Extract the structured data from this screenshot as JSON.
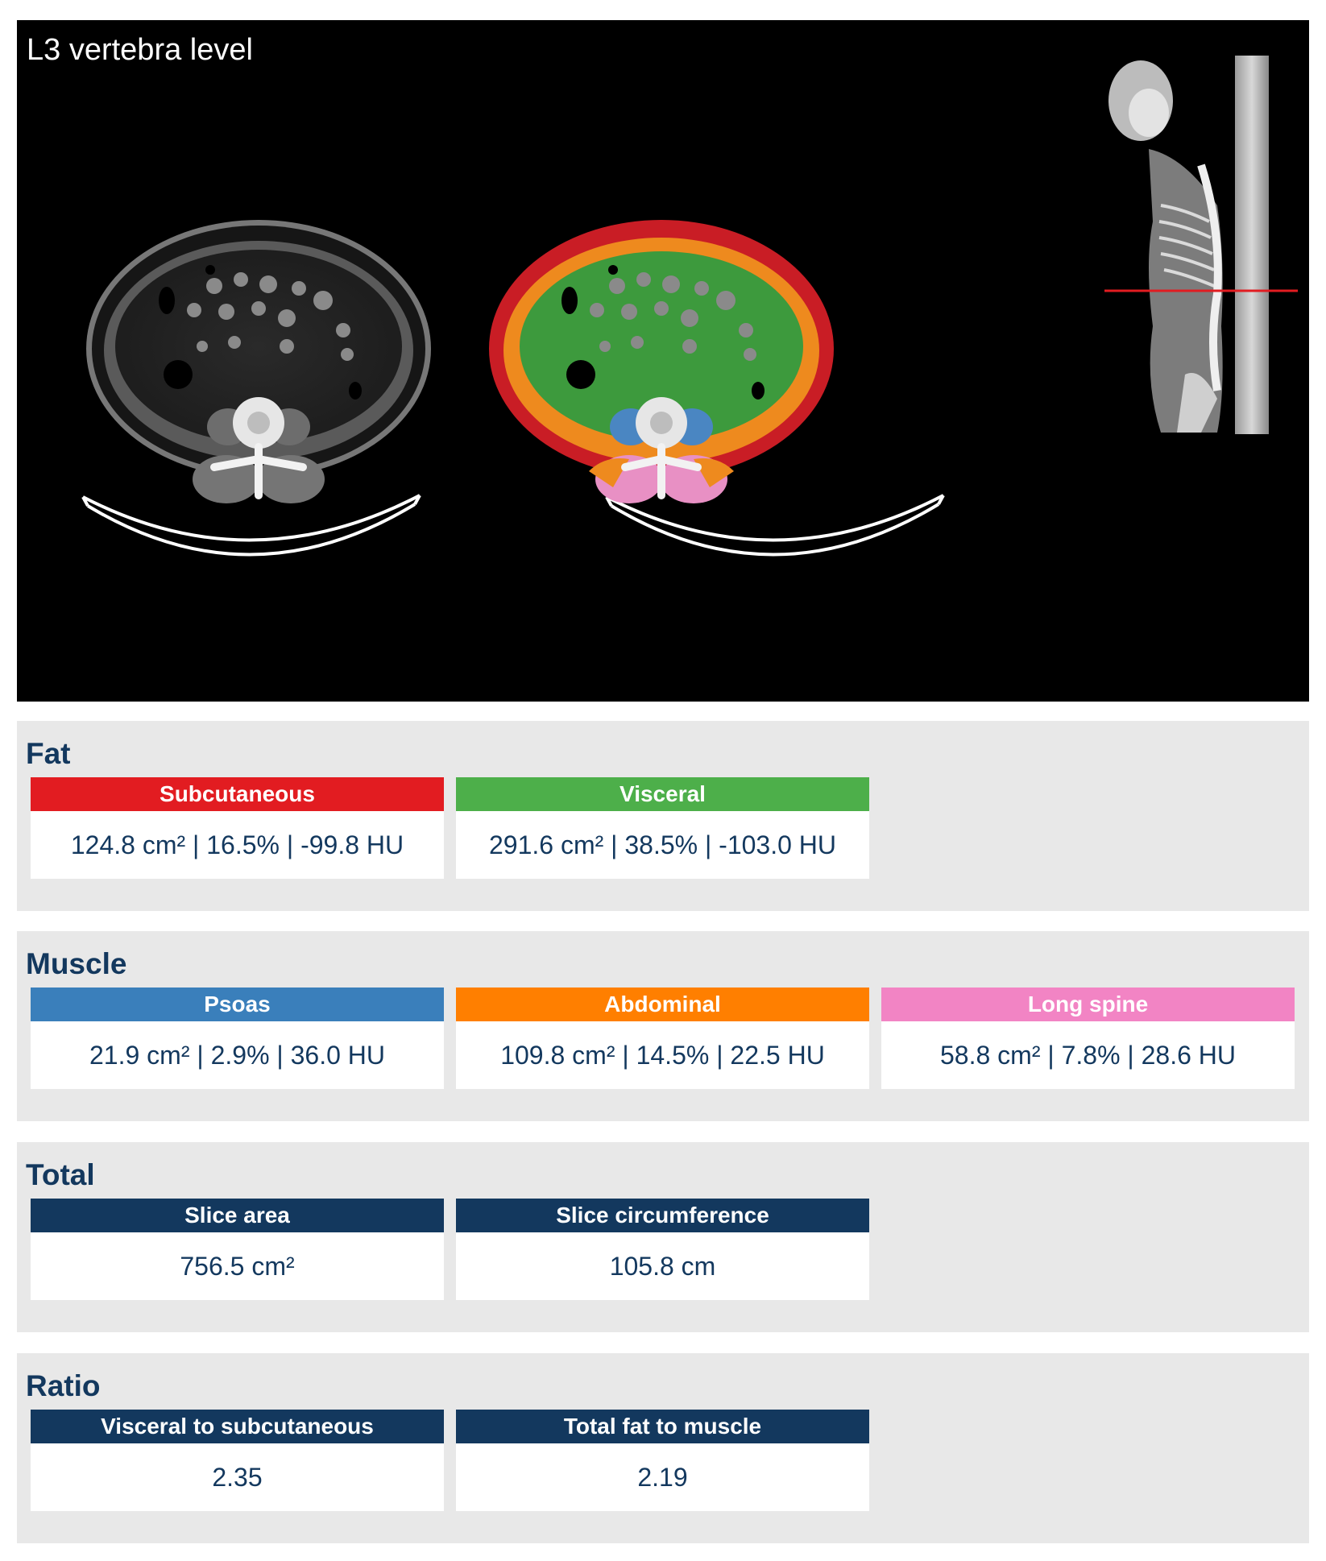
{
  "image_panel": {
    "level_label": "L3 vertebra level"
  },
  "colors": {
    "subcutaneous": "#e21c21",
    "visceral": "#4daf4a",
    "psoas": "#3a7fbb",
    "abdominal": "#ff7f00",
    "long_spine": "#f284c4",
    "header_navy": "#13385e",
    "section_bg": "#e8e8e8",
    "marker_line": "#e21c21"
  },
  "sections": {
    "fat": {
      "title": "Fat",
      "subcutaneous": {
        "label": "Subcutaneous",
        "value": "124.8 cm² | 16.5% | -99.8 HU"
      },
      "visceral": {
        "label": "Visceral",
        "value": "291.6 cm² | 38.5% | -103.0 HU"
      }
    },
    "muscle": {
      "title": "Muscle",
      "psoas": {
        "label": "Psoas",
        "value": "21.9 cm² | 2.9% | 36.0 HU"
      },
      "abdominal": {
        "label": "Abdominal",
        "value": "109.8 cm² | 14.5% | 22.5 HU"
      },
      "long_spine": {
        "label": "Long spine",
        "value": "58.8 cm² | 7.8% | 28.6 HU"
      }
    },
    "total": {
      "title": "Total",
      "slice_area": {
        "label": "Slice area",
        "value": "756.5 cm²"
      },
      "slice_circumference": {
        "label": "Slice circumference",
        "value": "105.8 cm"
      }
    },
    "ratio": {
      "title": "Ratio",
      "visceral_to_subcutaneous": {
        "label": "Visceral to subcutaneous",
        "value": "2.35"
      },
      "total_fat_to_muscle": {
        "label": "Total fat to muscle",
        "value": "2.19"
      }
    }
  }
}
